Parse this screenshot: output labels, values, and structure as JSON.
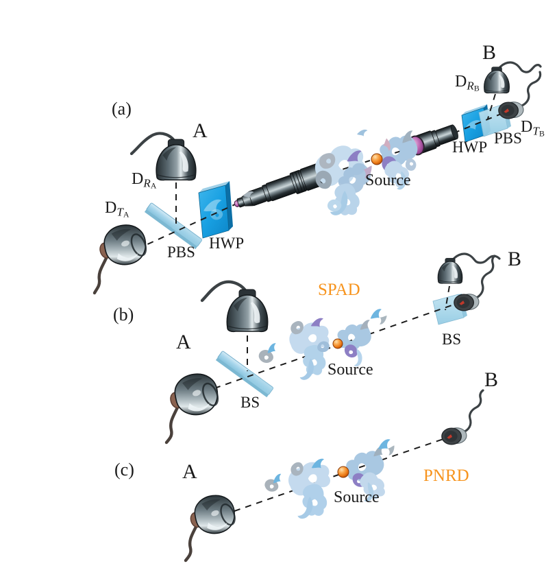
{
  "colors": {
    "tag_orange": "#F7941E",
    "hwp_blue": "#18A0E2",
    "pbs_light_blue": "#A8D6EC",
    "photon_orange": "#EA7612",
    "beam_dash_black": "#1B1B1B",
    "detector_metal_gray": "#5B6A71",
    "lens_purple": "#BD67B2"
  },
  "panel_a": {
    "label": "(a)",
    "station_a": "A",
    "station_b": "B",
    "det_ra": {
      "main": "D",
      "sub": "R",
      "subsub": "A"
    },
    "det_ta": {
      "main": "D",
      "sub": "T",
      "subsub": "A"
    },
    "det_rb": {
      "main": "D",
      "sub": "R",
      "subsub": "B"
    },
    "det_tb": {
      "main": "D",
      "sub": "T",
      "subsub": "B"
    },
    "pbs_left": "PBS",
    "hwp_left": "HWP",
    "hwp_right": "HWP",
    "pbs_right": "PBS",
    "source": "Source"
  },
  "panel_b": {
    "label": "(b)",
    "station_a": "A",
    "station_b": "B",
    "bs_left": "BS",
    "bs_right": "BS",
    "source": "Source",
    "detector_tag": "SPAD"
  },
  "panel_c": {
    "label": "(c)",
    "station_a": "A",
    "station_b": "B",
    "source": "Source",
    "detector_tag": "PNRD"
  }
}
